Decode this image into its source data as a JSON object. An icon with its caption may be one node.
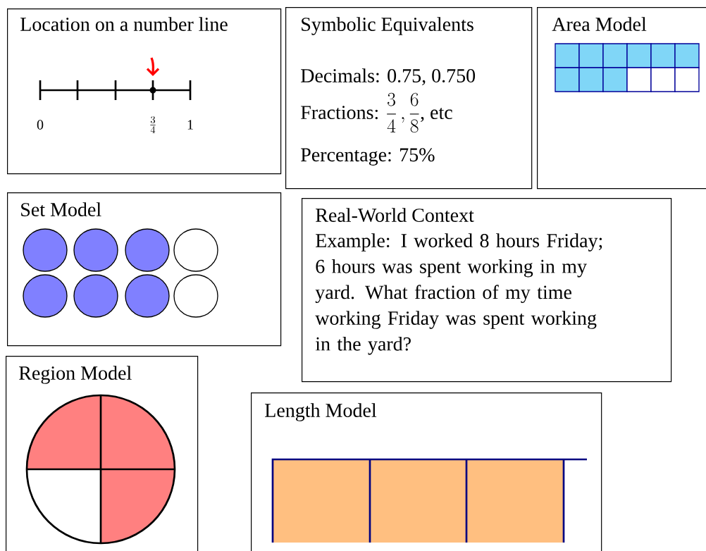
{
  "diagram": {
    "nodes": [
      {
        "text": [
          "Location on a number line"
        ]
      },
      {
        "text": [
          "Symbolic Equivalents",
          "Decimals: 0.75, 0.750",
          "\\text{Fractions: }\\frac{3}{4}\\,,\\frac{6}{8}\\text{, etc}",
          "Percentage: 75%"
        ]
      },
      {
        "text": [
          "Area Model"
        ]
      },
      {
        "text": [
          "Set Model"
        ]
      },
      {
        "text": [
          "Real-World Context",
          "Example: I worked 8 hours Friday; 6 hours was spent working in my yard. What fraction of my time working Friday was spent working in the yard?"
        ]
      },
      {
        "text": [
          "Region Model"
        ]
      },
      {
        "text": [
          "Length Model"
        ]
      }
    ],
    "labels": [
      "0",
      "\\frac{3}{4}",
      "1"
    ]
  }
}
